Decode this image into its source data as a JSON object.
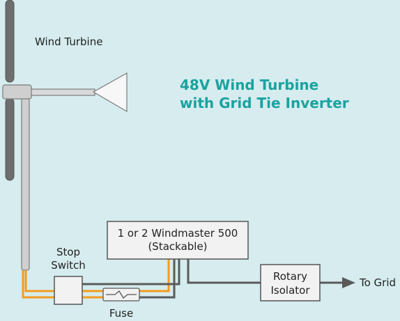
{
  "diagram": {
    "title_line1": "48V Wind Turbine",
    "title_line2": "with Grid Tie Inverter",
    "turbine_label": "Wind Turbine",
    "stop_switch_line1": "Stop",
    "stop_switch_line2": "Switch",
    "inverter_line1": "1 or 2 Windmaster 500",
    "inverter_line2": "(Stackable)",
    "isolator_line1": "Rotary",
    "isolator_line2": "Isolator",
    "fuse_label": "Fuse",
    "grid_label": "To Grid"
  },
  "colors": {
    "background": "#d6ecee",
    "blade": "#6e6e6e",
    "pole": "#cfcfcf",
    "box_fill": "#f2f2f2",
    "box_stroke": "#555555",
    "wire_orange": "#f39c1f",
    "wire_grey": "#5a5a5a",
    "heading": "#1aa3a0"
  }
}
